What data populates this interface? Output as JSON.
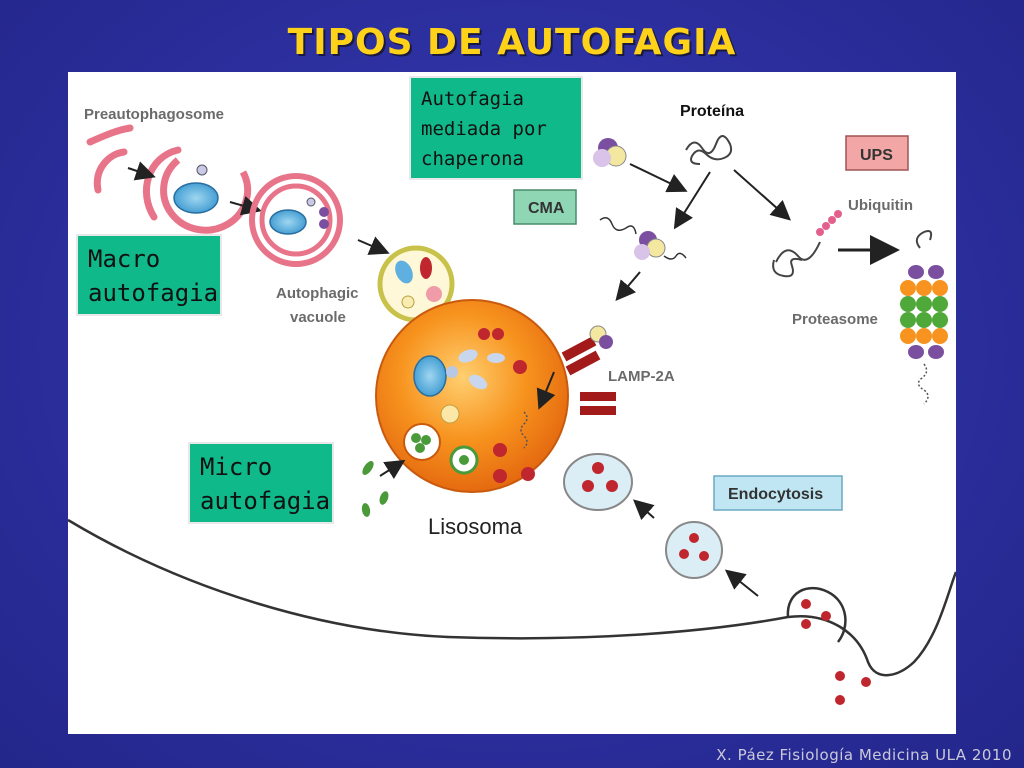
{
  "title": "TIPOS DE AUTOFAGIA",
  "boxes": {
    "cma_long": "Autofagia\nmediada por\nchaperona",
    "macro": "Macro\nautofagia",
    "micro": "Micro\nautofagia"
  },
  "labels": {
    "preautophagosome": "Preautophagosome",
    "autophagic_vacuole_1": "Autophagic",
    "autophagic_vacuole_2": "vacuole",
    "proteina": "Proteína",
    "cma": "CMA",
    "ups": "UPS",
    "ubiquitin": "Ubiquitin",
    "proteasome": "Proteasome",
    "lamp2a": "LAMP-2A",
    "endocytosis": "Endocytosis",
    "lisosoma": "Lisosoma"
  },
  "footer": "X. Páez Fisiología Medicina ULA 2010",
  "colors": {
    "background": "#2c2f9e",
    "title": "#ffd21a",
    "box_fill": "#0fb98a",
    "lysosome": "#f7931e",
    "membrane": "#e8748a"
  }
}
